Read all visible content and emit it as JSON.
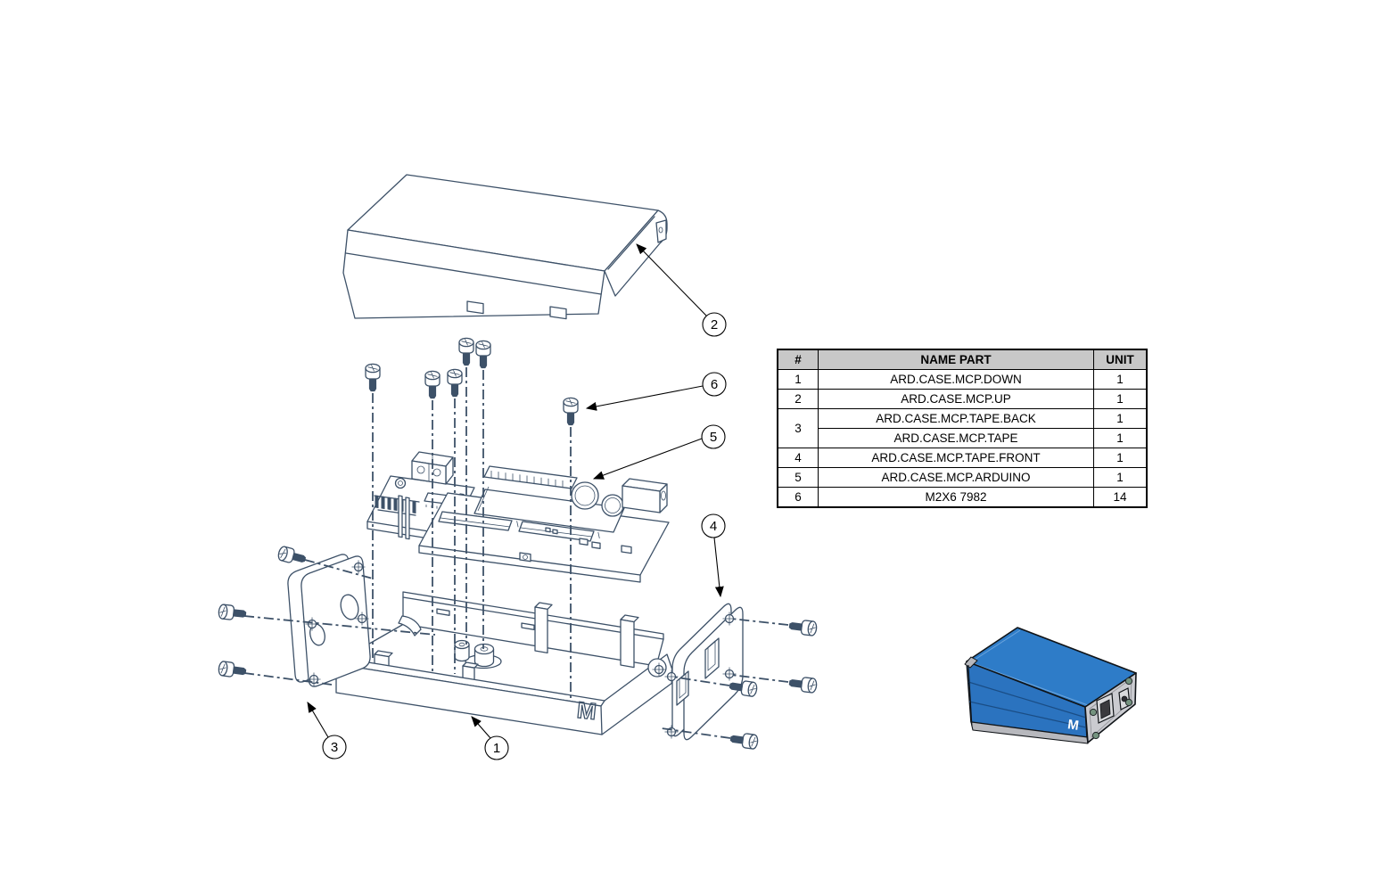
{
  "diagram": {
    "callouts": [
      {
        "label": "1"
      },
      {
        "label": "2"
      },
      {
        "label": "3"
      },
      {
        "label": "4"
      },
      {
        "label": "5"
      },
      {
        "label": "6"
      }
    ],
    "base_logo": "M"
  },
  "parts_table": {
    "headers": {
      "num": "#",
      "name": "NAME PART",
      "unit": "UNIT"
    },
    "rows": [
      {
        "num": "1",
        "name": "ARD.CASE.MCP.DOWN",
        "unit": "1"
      },
      {
        "num": "2",
        "name": "ARD.CASE.MCP.UP",
        "unit": "1"
      },
      {
        "num": "3",
        "name": "ARD.CASE.MCP.TAPE.BACK",
        "unit": "1"
      },
      {
        "num": "3",
        "name": "ARD.CASE.MCP.TAPE",
        "unit": "1"
      },
      {
        "num": "4",
        "name": "ARD.CASE.MCP.TAPE.FRONT",
        "unit": "1"
      },
      {
        "num": "5",
        "name": "ARD.CASE.MCP.ARDUINO",
        "unit": "1"
      },
      {
        "num": "6",
        "name": "M2X6 7982",
        "unit": "14"
      }
    ]
  },
  "assembled_view": {
    "logo": "M",
    "colors": {
      "top": "#2e7cc8",
      "front": "#2b73bf",
      "end_plate": "#cacbd0",
      "trim": "#b7b8bd"
    }
  },
  "colors": {
    "diagram_ink": "#3d5168",
    "callout": "#000000",
    "table_header_bg": "#c8c8c8"
  }
}
